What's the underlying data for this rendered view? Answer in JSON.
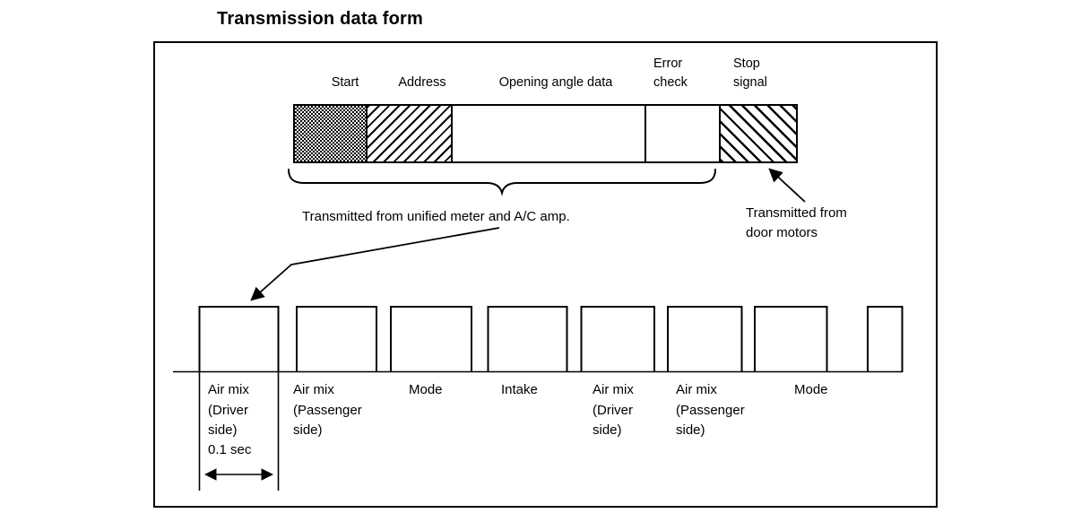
{
  "title": "Transmission data form",
  "frame": {
    "segments": [
      {
        "label": "Start",
        "fill": "checker-pattern"
      },
      {
        "label": "Address",
        "fill": "diagonal-hatch-forward"
      },
      {
        "label": "Opening angle data",
        "fill": "plain"
      },
      {
        "label": "Error check",
        "fill": "plain"
      },
      {
        "label": "Stop signal",
        "fill": "diagonal-hatch-back"
      }
    ],
    "annotations": {
      "meter_source": "Transmitted from unified meter and A/C amp.",
      "door_source": "Transmitted from door motors"
    }
  },
  "waveform": {
    "pulse_labels": [
      "Air mix (Driver side)",
      "Air mix (Passenger side)",
      "Mode",
      "Intake",
      "Air mix (Driver side)",
      "Air mix (Passenger side)",
      "Mode"
    ],
    "timing_label": "0.1 sec",
    "pulse_count": 8
  },
  "colors": {
    "ink": "#000000",
    "paper": "#ffffff"
  }
}
